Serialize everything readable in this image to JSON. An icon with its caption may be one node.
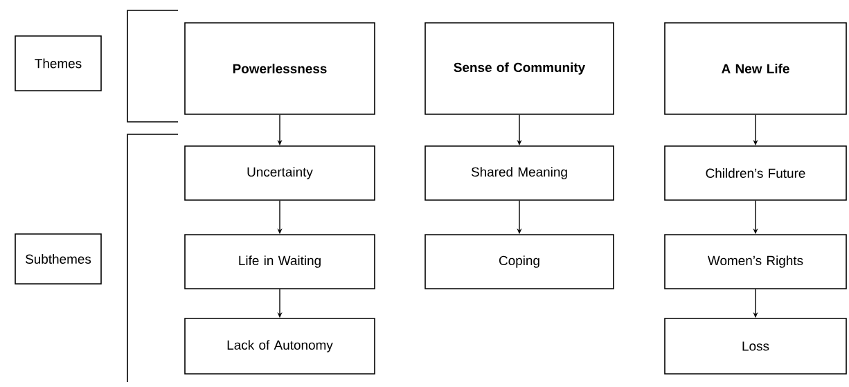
{
  "diagram": {
    "nodes": [
      {
        "text": [
          "Themes"
        ]
      },
      {
        "text": [
          "Subthemes"
        ]
      },
      {
        "text": [
          "Powerlessness"
        ]
      },
      {
        "text": [
          "Sense of Community"
        ]
      },
      {
        "text": [
          "A New Life"
        ]
      },
      {
        "text": [
          "Uncertainty"
        ]
      },
      {
        "text": [
          "Shared Meaning"
        ]
      },
      {
        "text": [
          "Children’s Future"
        ]
      },
      {
        "text": [
          "Life in Waiting"
        ]
      },
      {
        "text": [
          "Coping"
        ]
      },
      {
        "text": [
          "Women’s Rights"
        ]
      },
      {
        "text": [
          "Lack of Autonomy"
        ]
      },
      {
        "text": [
          "Loss"
        ]
      }
    ],
    "edges": [
      {
        "from": 2,
        "to": 5,
        "arrow": "to"
      },
      {
        "from": 5,
        "to": 8,
        "arrow": "to"
      },
      {
        "from": 8,
        "to": 11,
        "arrow": "to"
      },
      {
        "from": 3,
        "to": 6,
        "arrow": "to"
      },
      {
        "from": 6,
        "to": 9,
        "arrow": "to"
      },
      {
        "from": 4,
        "to": 7,
        "arrow": "to"
      },
      {
        "from": 7,
        "to": 10,
        "arrow": "to"
      },
      {
        "from": 10,
        "to": 12,
        "arrow": "to"
      }
    ]
  }
}
